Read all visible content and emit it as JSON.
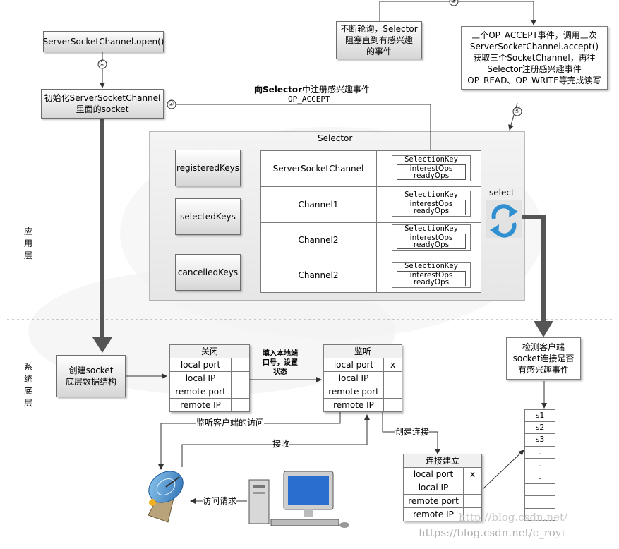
{
  "steps": {
    "s1": "①",
    "s2": "②",
    "s3": "③",
    "s4": "④"
  },
  "boxes": {
    "open": "ServerSocketChannel.open()",
    "init": [
      "初始化ServerSocketChannel",
      "里面的socket"
    ],
    "poll": [
      "不断轮询，Selector",
      "阻塞直到有感兴趣",
      "的事件"
    ],
    "accept": [
      "三个OP_ACCEPT事件，调用三次",
      "ServerSocketChannel.accept()",
      "获取三个SocketChannel，再往",
      "Selector注册感兴趣事件",
      "OP_READ、OP_WRITE等完成读写"
    ],
    "detect": [
      "检测客户端",
      "socket连接是否",
      "有感兴趣事件"
    ],
    "create": [
      "创建socket",
      "底层数据结构"
    ]
  },
  "register": {
    "line1_bold": "向Selector",
    "line1_rest": "中注册感兴趣事件",
    "line2": "OP_ACCEPT"
  },
  "selector": {
    "title": "Selector",
    "keysets": [
      "registeredKeys",
      "selectedKeys",
      "cancelledKeys"
    ],
    "channels": [
      "ServerSocketChannel",
      "Channel1",
      "Channel2",
      "Channel2"
    ],
    "selection_key": {
      "title": "SelectionKey",
      "interest": "interestOps",
      "ready": "readyOps"
    },
    "select_label": "select"
  },
  "layers": {
    "app": [
      "应",
      "用",
      "层"
    ],
    "sys": [
      "系",
      "统",
      "底",
      "层"
    ]
  },
  "tables": {
    "closed": {
      "title": "关闭",
      "rows": [
        [
          "local port",
          ""
        ],
        [
          "local IP",
          ""
        ],
        [
          "remote port",
          ""
        ],
        [
          "remote IP",
          ""
        ]
      ]
    },
    "listen": {
      "title": "监听",
      "rows": [
        [
          "local port",
          "x"
        ],
        [
          "local IP",
          ""
        ],
        [
          "remote port",
          ""
        ],
        [
          "remote IP",
          ""
        ]
      ]
    },
    "established": {
      "title": "连接建立",
      "rows": [
        [
          "local port",
          "x"
        ],
        [
          "local IP",
          ""
        ],
        [
          "remote port",
          ""
        ],
        [
          "remote IP",
          ""
        ]
      ]
    }
  },
  "fill_label": [
    "填入本地端",
    "口号，设置",
    "状态"
  ],
  "arrows": {
    "listen_client": "监听客户端的访问",
    "receive": "接收",
    "create_conn": "创建连接",
    "access_req": "访问请求"
  },
  "sockets": [
    "s1",
    "s2",
    "s3",
    ".",
    ".",
    ".",
    "",
    "",
    ""
  ],
  "watermarks": [
    "http://blog.csdn.net/",
    "https://blog.csdn.net/c_royi"
  ]
}
